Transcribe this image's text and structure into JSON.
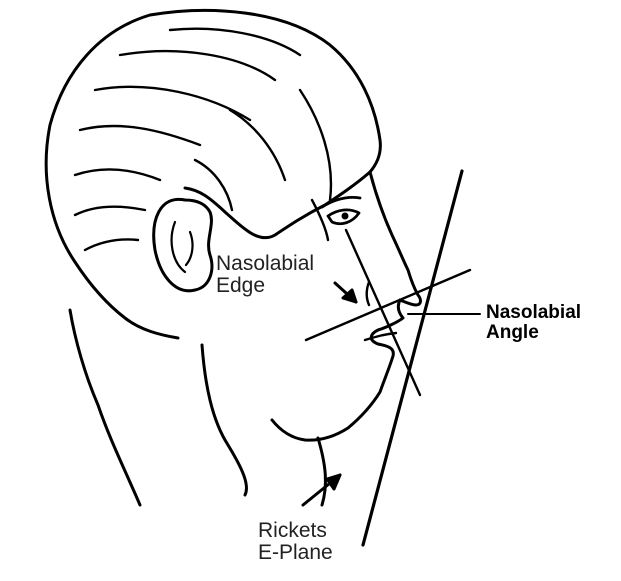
{
  "diagram": {
    "labels": {
      "nasolabial_edge": [
        "Nasolabial",
        "Edge"
      ],
      "nasolabial_angle": [
        "Nasolabial",
        "Angle"
      ],
      "rickets_eplane": [
        "Rickets",
        "E-Plane"
      ]
    },
    "colors": {
      "background": "#ffffff",
      "ink": "#000000"
    }
  }
}
